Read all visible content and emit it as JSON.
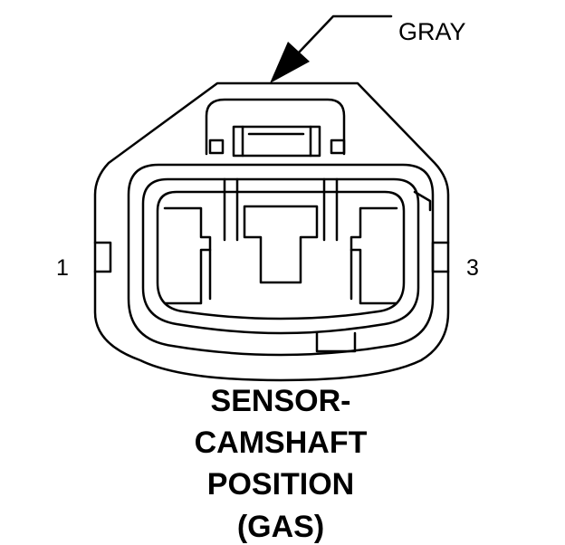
{
  "callout": {
    "label": "GRAY"
  },
  "pins": {
    "left": "1",
    "right": "3"
  },
  "caption": {
    "line1": "SENSOR-",
    "line2": "CAMSHAFT",
    "line3": "POSITION",
    "line4": "(GAS)"
  },
  "colors": {
    "ink": "#000000",
    "background": "#ffffff"
  }
}
